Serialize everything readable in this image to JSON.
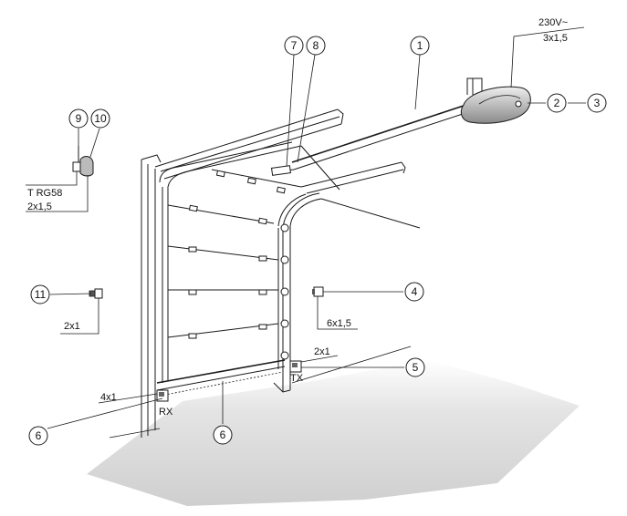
{
  "callouts": {
    "n1": "1",
    "n2": "2",
    "n3": "3",
    "n4": "4",
    "n5": "5",
    "n6a": "6",
    "n6b": "6",
    "n7": "7",
    "n8": "8",
    "n9": "9",
    "n10": "10",
    "n11": "11"
  },
  "labels": {
    "power_voltage": "230V~",
    "power_cable": "3x1,5",
    "antenna_cable": "T RG58",
    "lamp_cable": "2x1,5",
    "button_cable": "2x1",
    "selector_cable": "6x1,5",
    "tx_cable": "2x1",
    "rx_cable": "4x1",
    "tx": "TX",
    "rx": "RX"
  },
  "colors": {
    "line": "#1a1a1a",
    "floor_shadow_dark": "#c8c8c8",
    "floor_shadow_light": "#ffffff"
  }
}
